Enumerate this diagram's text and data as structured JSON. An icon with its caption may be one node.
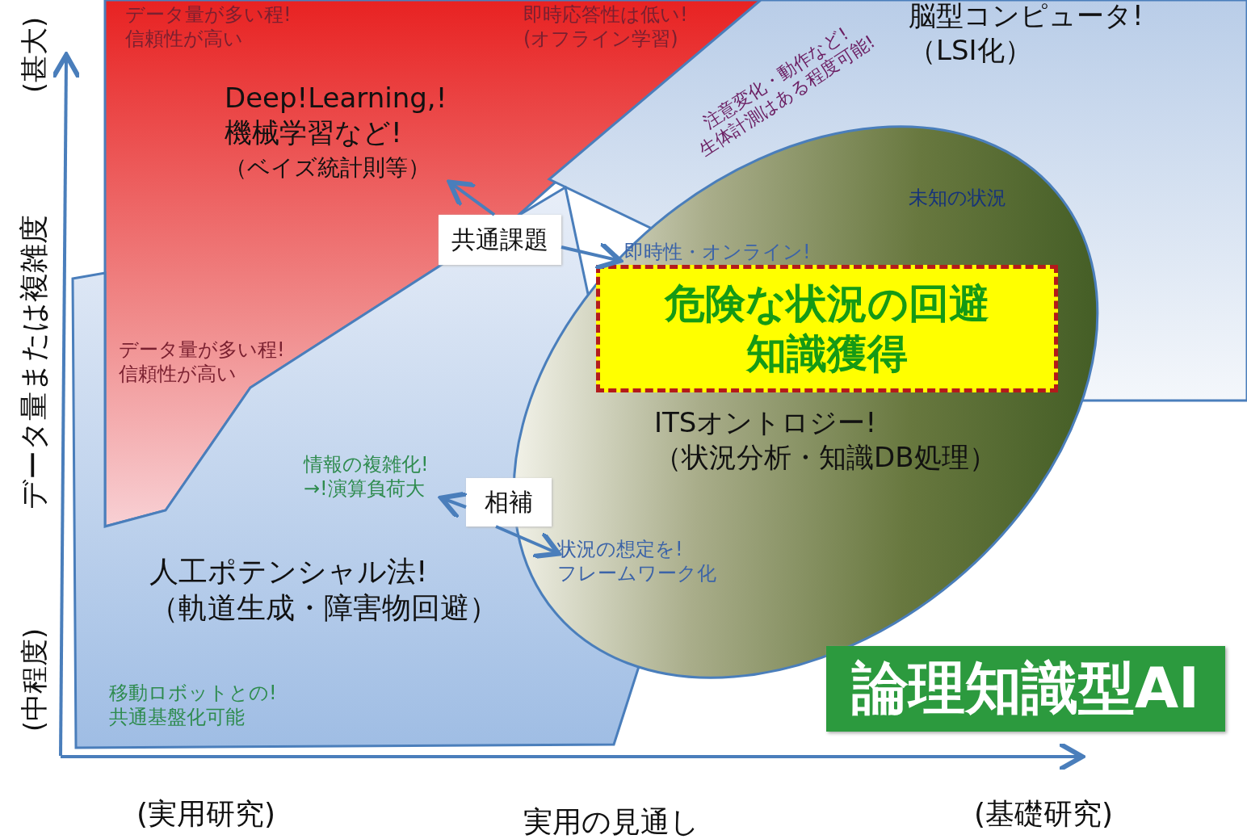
{
  "diagram": {
    "nodes": [
      {
        "text": [
          "データ量が多い程! 信頼性が高い",
          "即時応答性は低い! (オフライン学習)",
          "データ量が多い程! 信頼性が高い"
        ]
      },
      {
        "text": [
          "Deep!Learning,! 機械学習など!",
          "（ベイズ統計則等）"
        ],
        "in": 0
      },
      {
        "text": [
          "脳型コンピュータ! （LSI化）"
        ]
      },
      {
        "text": [
          "人工ポテンシャル法! （軌道生成・障害物回避）",
          "移動ロボットとの! 共通基盤化可能"
        ]
      },
      {
        "text": [
          "情報の複雑化! →!演算負荷大"
        ],
        "in": 3
      },
      {
        "text": [
          "未知の状況",
          "ITSオントロジー! （状況分析・知識DB処理）"
        ]
      },
      {
        "text": [
          "即時性・オンライン!"
        ],
        "in": 5
      },
      {
        "text": [
          "危険な状況の回避",
          "知識獲得"
        ],
        "in": 5
      },
      {
        "text": [
          "状況の想定を! フレームワーク化"
        ],
        "in": 5
      },
      {
        "text": [
          "共通課題"
        ]
      },
      {
        "text": [
          "相補"
        ]
      },
      {
        "text": [
          "論理知識型AI"
        ]
      }
    ],
    "edges": [
      {
        "from": 9,
        "to": 1,
        "arrow": "to"
      },
      {
        "from": 9,
        "to": 6,
        "arrow": "to"
      },
      {
        "from": 10,
        "to": 4,
        "arrow": "to"
      },
      {
        "from": 10,
        "to": 8,
        "arrow": "to"
      }
    ],
    "labels": [
      "(甚大)",
      "データ量または複雑度",
      "(中程度)",
      "注意変化・動作など! 生体計測はある程度可能!",
      "(実用研究)",
      "実用の見通し",
      "(基礎研究)"
    ]
  }
}
